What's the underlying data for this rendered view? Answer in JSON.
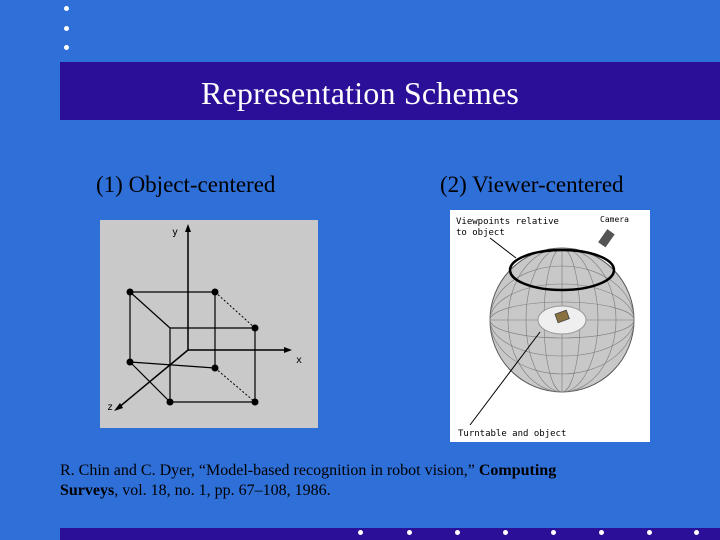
{
  "slide": {
    "title": "Representation Schemes",
    "col1_heading": "(1) Object-centered",
    "col2_heading": "(2) Viewer-centered"
  },
  "figure1": {
    "y_label": "y",
    "x_label": "x",
    "z_label": "z"
  },
  "figure2": {
    "label_viewpoints_line1": "Viewpoints relative",
    "label_viewpoints_line2": "to object",
    "label_camera": "Camera",
    "label_turntable": "Turntable and object"
  },
  "reference": {
    "authors": "R. Chin and C. Dyer, “Model-based recognition in robot vision,” ",
    "journal_part1": "Computing",
    "journal_part2": "Surveys",
    "details": ", vol. 18, no. 1, pp. 67–108, 1986."
  },
  "colors": {
    "background": "#2f6fd8",
    "banner": "#2c0f99",
    "title_text": "#ffffff"
  }
}
